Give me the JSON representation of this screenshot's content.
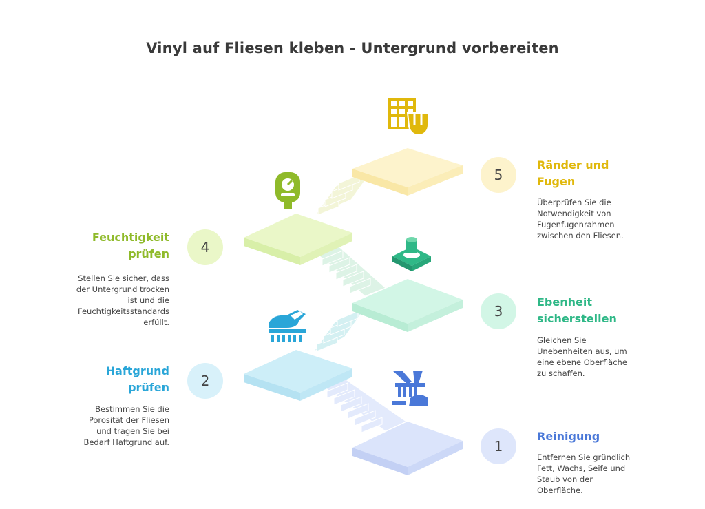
{
  "title": "Vinyl auf Fliesen kleben - Untergrund vorbereiten",
  "colors": {
    "step1": "#4a78d8",
    "step2": "#2aa6d8",
    "step3": "#2fb887",
    "step4": "#8fba2a",
    "step5": "#e0b80c"
  },
  "steps": [
    {
      "number": "1",
      "title_lines": [
        "Reinigung"
      ],
      "desc_lines": [
        "Entfernen Sie gründlich",
        "Fett, Wachs, Seife und",
        "Staub von der",
        "Oberfläche."
      ],
      "icon": "cleaning-mop-icon"
    },
    {
      "number": "2",
      "title_lines": [
        "Haftgrund",
        "prüfen"
      ],
      "desc_lines": [
        "Bestimmen Sie die",
        "Porosität der Fliesen",
        "und tragen Sie bei",
        "Bedarf Haftgrund auf."
      ],
      "icon": "primer-brush-icon"
    },
    {
      "number": "3",
      "title_lines": [
        "Ebenheit",
        "sicherstellen"
      ],
      "desc_lines": [
        "Gleichen Sie",
        "Unebenheiten aus, um",
        "eine ebene Oberfläche",
        "zu schaffen."
      ],
      "icon": "level-block-icon"
    },
    {
      "number": "4",
      "title_lines": [
        "Feuchtigkeit",
        "prüfen"
      ],
      "desc_lines": [
        "Stellen Sie sicher, dass",
        "der Untergrund trocken",
        "ist und die",
        "Feuchtigkeitsstandards",
        "erfüllt."
      ],
      "icon": "moisture-meter-icon"
    },
    {
      "number": "5",
      "title_lines": [
        "Ränder und",
        "Fugen"
      ],
      "desc_lines": [
        "Überprüfen Sie die",
        "Notwendigkeit von",
        "Fugenfugenrahmen",
        "zwischen den Fliesen."
      ],
      "icon": "tile-grout-icon"
    }
  ]
}
